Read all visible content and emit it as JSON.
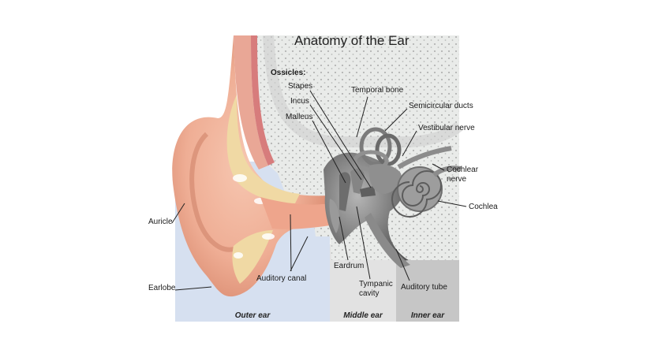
{
  "title": "Anatomy of the Ear",
  "ossicles_heading": "Ossicles:",
  "labels": {
    "stapes": "Stapes",
    "incus": "Incus",
    "malleus": "Malleus",
    "temporal_bone": "Temporal bone",
    "semicircular_ducts": "Semicircular ducts",
    "vestibular_nerve": "Vestibular nerve",
    "cochlear_nerve_line1": "Cochlear",
    "cochlear_nerve_line2": "nerve",
    "cochlea": "Cochlea",
    "auricle": "Auricle",
    "earlobe": "Earlobe",
    "auditory_canal": "Auditory canal",
    "eardrum": "Eardrum",
    "tympanic_line1": "Tympanic",
    "tympanic_line2": "cavity",
    "auditory_tube": "Auditory tube"
  },
  "regions": {
    "outer": "Outer ear",
    "middle": "Middle ear",
    "inner": "Inner ear"
  },
  "colors": {
    "outer_ear_bg": "#d6e0f0",
    "middle_ear_bg": "#e2e2e2",
    "inner_ear_bg": "#c6c6c6",
    "skin": "#f2b49c",
    "skin_dark": "#dc8e74",
    "bone": "#eef0ee",
    "cartilage": "#f0d9a4",
    "ossicle_gray": "#7a7a7a"
  }
}
